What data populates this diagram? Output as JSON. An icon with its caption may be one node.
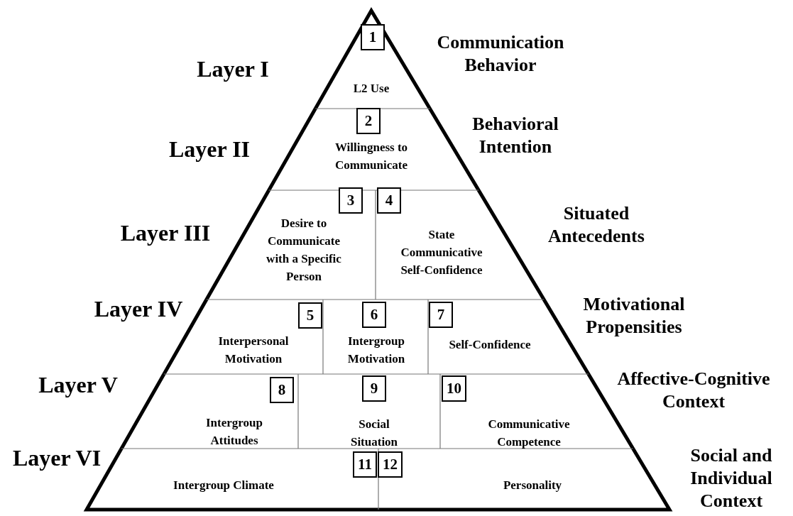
{
  "diagram": {
    "nodes": [
      {
        "text": [
          "L2 Use"
        ]
      },
      {
        "text": [
          "Willingness to Communicate"
        ]
      },
      {
        "text": [
          "Desire to Communicate with a Specific Person"
        ]
      },
      {
        "text": [
          "State Communicative Self-Confidence"
        ]
      },
      {
        "text": [
          "Interpersonal Motivation"
        ]
      },
      {
        "text": [
          "Intergroup Motivation"
        ]
      },
      {
        "text": [
          "Self-Confidence"
        ]
      },
      {
        "text": [
          "Intergroup Attitudes"
        ]
      },
      {
        "text": [
          "Social Situation"
        ]
      },
      {
        "text": [
          "Communicative Competence"
        ]
      },
      {
        "text": [
          "Intergroup Climate"
        ]
      },
      {
        "text": [
          "Personality"
        ]
      }
    ],
    "labels": [
      "1",
      "Communication Behavior",
      "Layer I",
      "2",
      "Behavioral Intention",
      "Layer II",
      "3",
      "4",
      "Situated Antecedents",
      "Layer III",
      "Layer IV",
      "5",
      "6",
      "7",
      "Motivational Propensities",
      "Layer V",
      "8",
      "9",
      "10",
      "Affective-Cognitive Context",
      "Layer VI",
      "11",
      "12",
      "Social and Individual Context"
    ]
  }
}
